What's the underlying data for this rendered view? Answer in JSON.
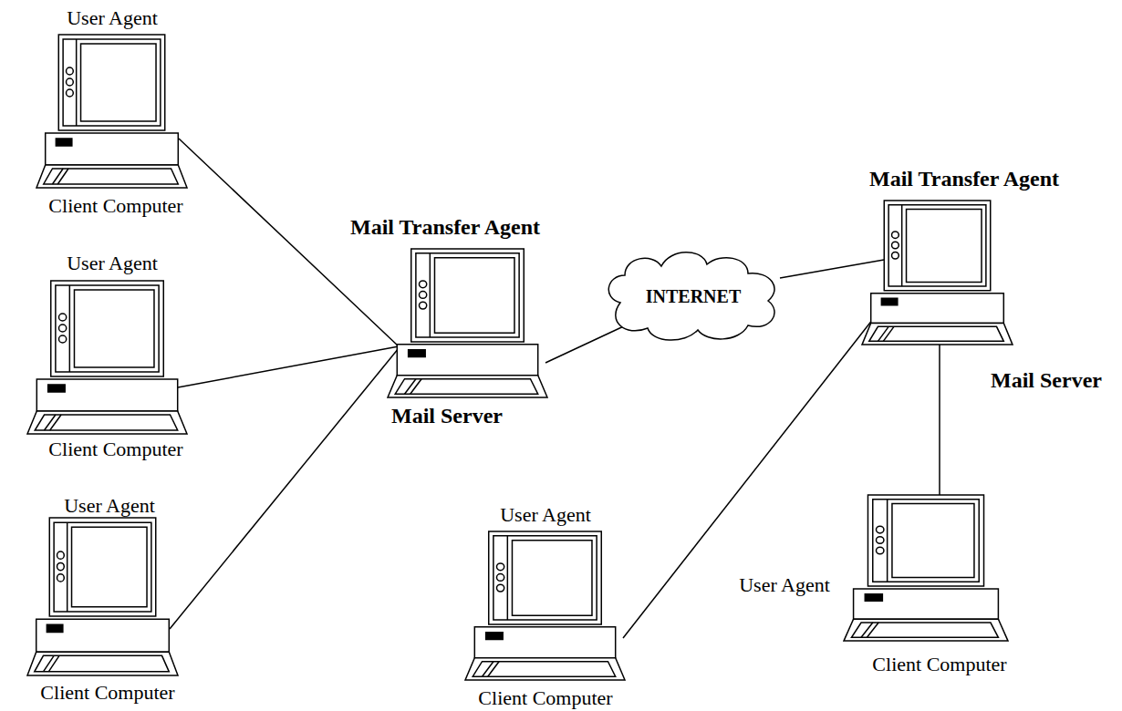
{
  "diagram": {
    "nodes": [
      {
        "text": [
          "User Agent",
          "Client Computer"
        ]
      },
      {
        "text": [
          "Mail Transfer Agent",
          "Mail Server"
        ]
      },
      {
        "text": [
          "INTERNET"
        ]
      },
      {
        "text": [
          "Mail Transfer Agent",
          "Mail Server"
        ]
      },
      {
        "text": [
          "User Agent",
          "Client Computer"
        ]
      },
      {
        "text": [
          "User Agent",
          "Client Computer"
        ]
      },
      {
        "text": [
          "User Agent",
          "Client Computer"
        ]
      },
      {
        "text": [
          "User Agent",
          "Client Computer"
        ]
      }
    ],
    "edges": [
      {
        "from": 0,
        "to": 1,
        "arrow": "none"
      },
      {
        "from": 4,
        "to": 1,
        "arrow": "none"
      },
      {
        "from": 5,
        "to": 1,
        "arrow": "none"
      },
      {
        "from": 1,
        "to": 2,
        "arrow": "none"
      },
      {
        "from": 2,
        "to": 3,
        "arrow": "none"
      },
      {
        "from": 6,
        "to": 3,
        "arrow": "none"
      },
      {
        "from": 3,
        "to": 7,
        "arrow": "none"
      }
    ]
  }
}
